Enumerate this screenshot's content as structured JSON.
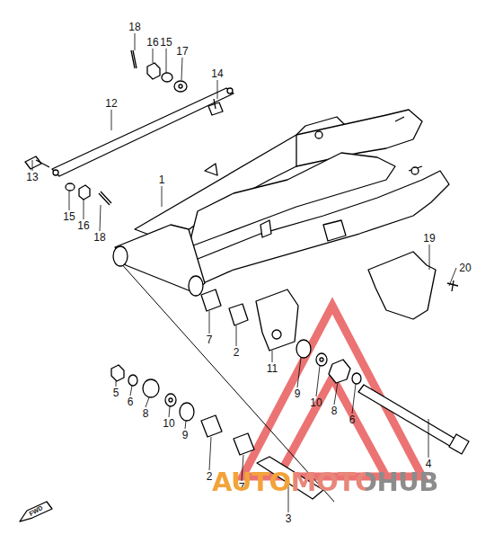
{
  "diagram": {
    "labels": [
      "18",
      "16",
      "15",
      "17",
      "14",
      "12",
      "13",
      "15",
      "16",
      "18",
      "1",
      "19",
      "20",
      "7",
      "2",
      "11",
      "9",
      "10",
      "8",
      "6",
      "4",
      "5",
      "6",
      "8",
      "10",
      "9",
      "2",
      "7",
      "3",
      "FWD",
      "AUTOMOTOHUB"
    ]
  }
}
